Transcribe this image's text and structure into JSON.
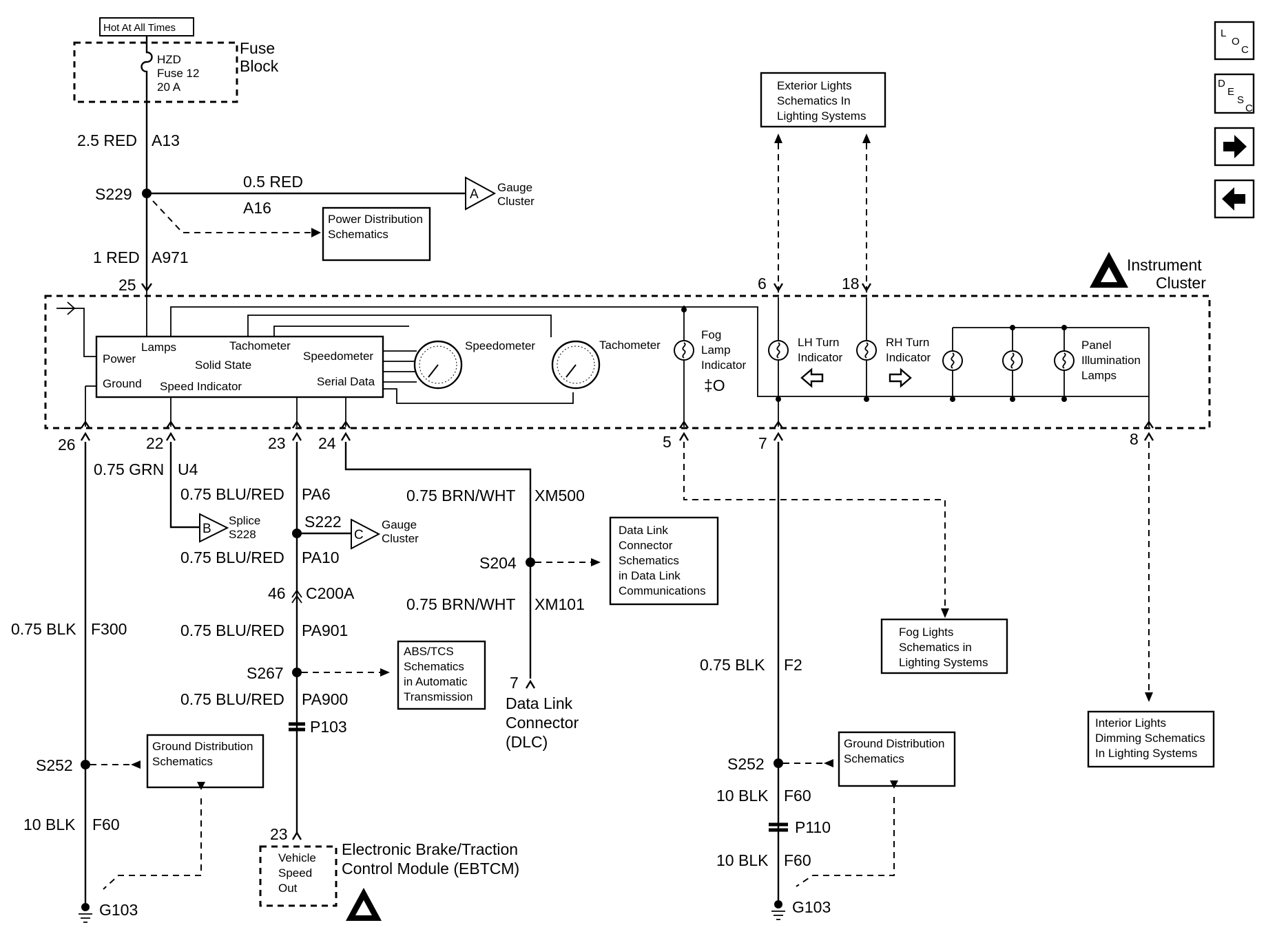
{
  "nav": {
    "loc": [
      "L",
      "O",
      "C"
    ],
    "desc": [
      "D",
      "E",
      "S",
      "C"
    ]
  },
  "top": {
    "hot_label": "Hot At All Times",
    "fuse_block": [
      "Fuse",
      "Block"
    ],
    "fuse": [
      "HZD",
      "Fuse 12",
      "20 A"
    ],
    "wire_a13": "2.5 RED",
    "circuit_a13": "A13",
    "s229": "S229",
    "wire_a16": "0.5 RED",
    "circuit_a16": "A16",
    "gauge_a_letter": "A",
    "gauge_a_label": [
      "Gauge",
      "Cluster"
    ],
    "power_dist": [
      "Power Distribution",
      "Schematics"
    ],
    "wire_a971": "1 RED",
    "circuit_a971": "A971",
    "pin25": "25"
  },
  "exterior_box": [
    "Exterior Lights",
    "Schematics In",
    "Lighting Systems"
  ],
  "cluster": {
    "title": [
      "Instrument",
      "Cluster"
    ],
    "pins_top": [
      "6",
      "18"
    ],
    "module_labels": {
      "power": "Power",
      "ground": "Ground",
      "lamps": "Lamps",
      "tachometer": "Tachometer",
      "solid_state": "Solid State",
      "speed_indicator": "Speed Indicator",
      "speedometer": "Speedometer",
      "serial_data": "Serial Data"
    },
    "gauge_speedometer": "Speedometer",
    "gauge_tachometer": "Tachometer",
    "fog": [
      "Fog",
      "Lamp",
      "Indicator"
    ],
    "lh": [
      "LH Turn",
      "Indicator"
    ],
    "rh": [
      "RH Turn",
      "Indicator"
    ],
    "panel": [
      "Panel",
      "Illumination",
      "Lamps"
    ],
    "pins_bottom": [
      "26",
      "22",
      "23",
      "24",
      "5",
      "7",
      "8"
    ]
  },
  "left": {
    "wire_u4": "0.75 GRN",
    "circuit_u4": "U4",
    "wire_pa6": "0.75 BLU/RED",
    "circuit_pa6": "PA6",
    "splice_letter": "B",
    "splice_label": [
      "Splice",
      "S228"
    ],
    "s222": "S222",
    "gauge_c_letter": "C",
    "gauge_c_label": [
      "Gauge",
      "Cluster"
    ],
    "wire_pa10": "0.75 BLU/RED",
    "circuit_pa10": "PA10",
    "pin46": "46",
    "c200a": "C200A",
    "wire_pa901": "0.75 BLU/RED",
    "circuit_pa901": "PA901",
    "s267": "S267",
    "abs_box": [
      "ABS/TCS",
      "Schematics",
      "in Automatic",
      "Transmission"
    ],
    "wire_pa900": "0.75 BLU/RED",
    "circuit_pa900": "PA900",
    "p103": "P103",
    "wire_f300": "0.75 BLK",
    "circuit_f300": "F300",
    "s252": "S252",
    "ground_box": [
      "Ground Distribution",
      "Schematics"
    ],
    "wire_f60": "10 BLK",
    "circuit_f60": "F60",
    "g103": "G103",
    "pin23b": "23",
    "ebtcm_box": [
      "Vehicle",
      "Speed",
      "Out"
    ],
    "ebtcm_label": [
      "Electronic Brake/Traction",
      "Control Module (EBTCM)"
    ]
  },
  "dlc": {
    "wire_xm500": "0.75 BRN/WHT",
    "circuit_xm500": "XM500",
    "s204": "S204",
    "box": [
      "Data Link",
      "Connector",
      "Schematics",
      "in Data Link",
      "Communications"
    ],
    "wire_xm101": "0.75 BRN/WHT",
    "circuit_xm101": "XM101",
    "pin7": "7",
    "label": [
      "Data Link",
      "Connector",
      "(DLC)"
    ]
  },
  "right": {
    "fog_box": [
      "Fog Lights",
      "Schematics in",
      "Lighting Systems"
    ],
    "wire_f2": "0.75 BLK",
    "circuit_f2": "F2",
    "s252": "S252",
    "ground_box": [
      "Ground Distribution",
      "Schematics"
    ],
    "wire_f60a": "10 BLK",
    "circuit_f60a": "F60",
    "p110": "P110",
    "wire_f60b": "10 BLK",
    "circuit_f60b": "F60",
    "g103": "G103",
    "interior_box": [
      "Interior Lights",
      "Dimming Schematics",
      "In Lighting Systems"
    ]
  }
}
